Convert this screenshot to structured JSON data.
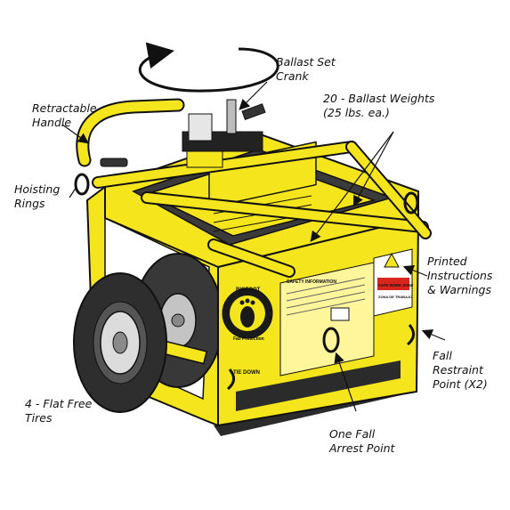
{
  "callouts": {
    "ballast_crank": [
      "Ballast Set",
      "Crank"
    ],
    "ballast_weights": [
      "20 - Ballast Weights",
      "(25 lbs. ea.)"
    ],
    "retractable_handle": [
      "Retractable",
      "Handle"
    ],
    "hoisting_rings": [
      "Hoisting",
      "Rings"
    ],
    "printed_instructions": [
      "Printed",
      "Instructions",
      "& Warnings"
    ],
    "fall_restraint": [
      "Fall",
      "Restraint",
      "Point (X2)"
    ],
    "flat_free_tires": [
      "4 - Flat Free",
      "Tires"
    ],
    "fall_arrest": [
      "One Fall",
      "Arrest Point"
    ]
  },
  "unit_markings": {
    "brand_top": "BIGFOOT",
    "brand_bottom": "Fall Protection",
    "info_title": "SAFETY INFORMATION",
    "safe_zone": "SAFE WORK ZONE",
    "safe_zone_es": "ZONA DE TRABAJO",
    "tiedown_label": "TIE DOWN"
  },
  "colors": {
    "frame_yellow": "#f4e51c",
    "outline": "#1a1a1a",
    "tire": "#2e2e2e",
    "hub": "#cfcfcf",
    "warning_red": "#d8261f"
  }
}
